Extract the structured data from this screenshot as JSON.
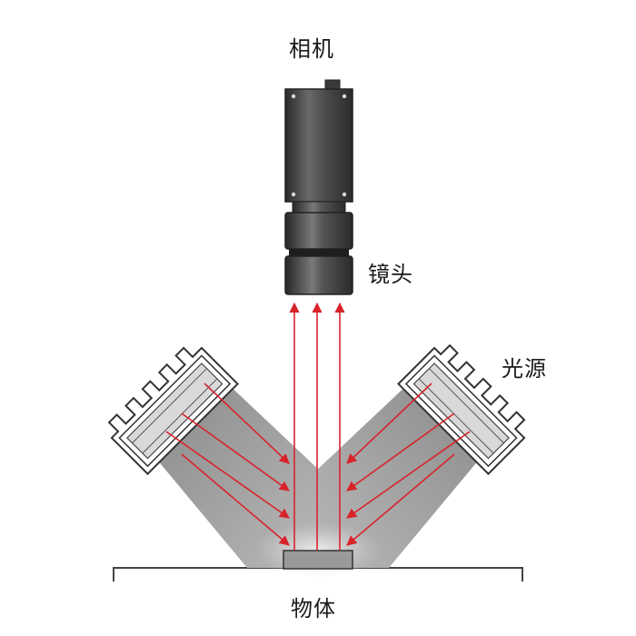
{
  "labels": {
    "camera": "相机",
    "lens": "镜头",
    "light_source": "光源",
    "object": "物体"
  },
  "colors": {
    "body_dark": "#3b3b3b",
    "light_beam": "#8a8a8a",
    "ray": "#d8232a",
    "object_fill": "#9a9a9a",
    "outline": "#333333"
  }
}
